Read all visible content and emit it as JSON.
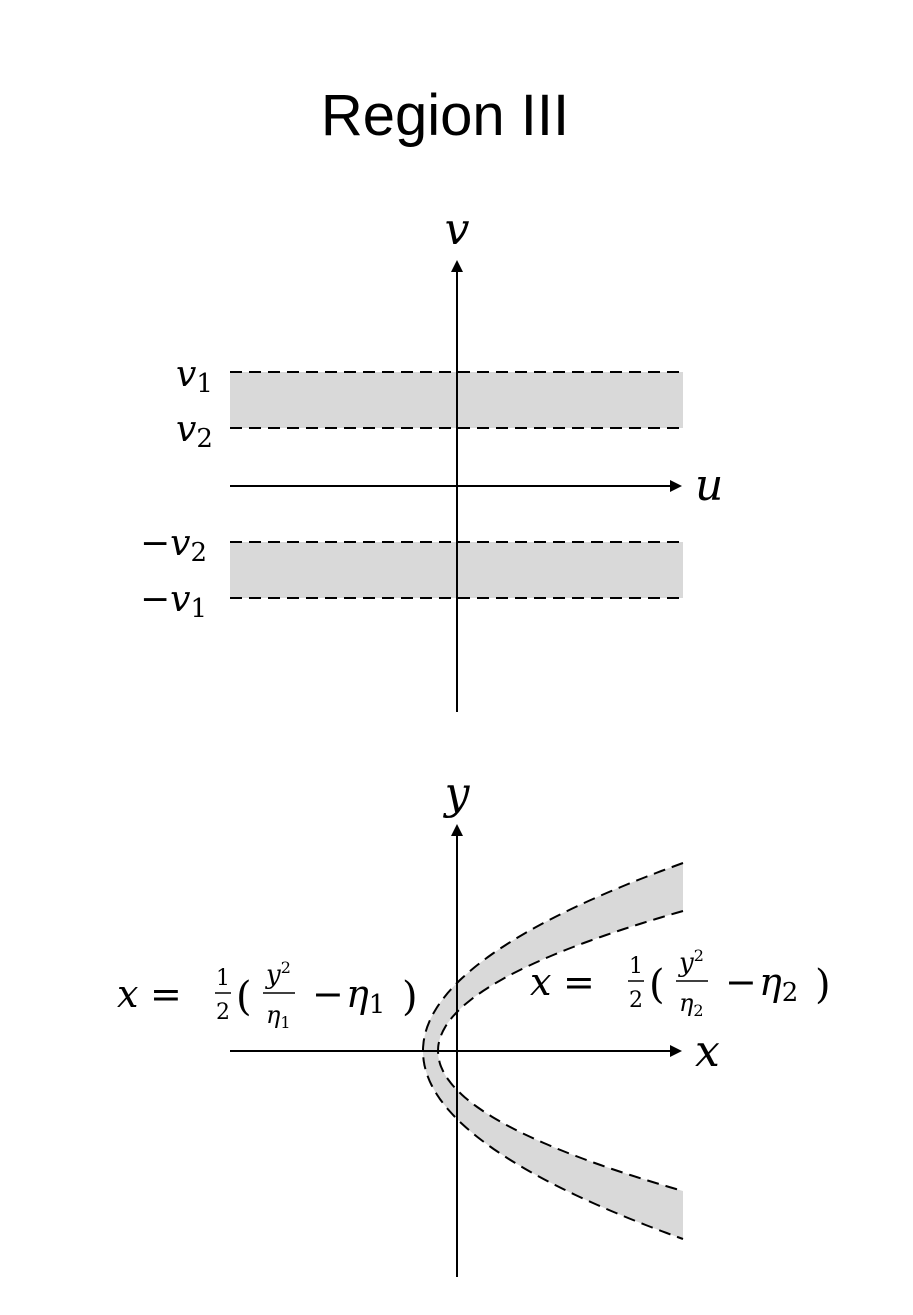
{
  "title": "Region III",
  "top_plot": {
    "vertical_axis_label": "v",
    "horizontal_axis_label": "u",
    "labels": [
      {
        "base": "v",
        "sub": "1",
        "sign": ""
      },
      {
        "base": "v",
        "sub": "2",
        "sign": ""
      },
      {
        "base": "v",
        "sub": "2",
        "sign": "−"
      },
      {
        "base": "v",
        "sub": "1",
        "sign": "−"
      }
    ]
  },
  "bottom_plot": {
    "vertical_axis_label": "y",
    "horizontal_axis_label": "x",
    "curve_left": {
      "lhs": "x",
      "eq": "=",
      "num": "1",
      "den": "2",
      "y": "y",
      "sq": "2",
      "eta": "η",
      "eta_sub": "1",
      "minus": "−",
      "open": "(",
      "close": ")"
    },
    "curve_right": {
      "lhs": "x",
      "eq": "=",
      "num": "1",
      "den": "2",
      "y": "y",
      "sq": "2",
      "eta": "η",
      "eta_sub": "2",
      "minus": "−",
      "open": "(",
      "close": ")"
    }
  },
  "colors": {
    "band_fill": "#d9d9d9",
    "stroke": "#000000"
  }
}
